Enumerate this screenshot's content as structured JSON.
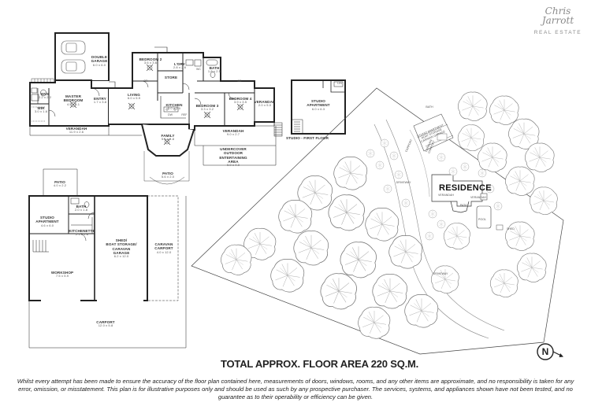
{
  "brand": {
    "script_text": "Chris Jarrott",
    "tagline": "REAL ESTATE",
    "color": "#8a8a8a"
  },
  "rooms": {
    "double_garage": {
      "name": "DOUBLE\nGARAGE",
      "dim": "6.0 x 6.0"
    },
    "ens": {
      "name": "ENS",
      "dim": "2.2 x 2.2"
    },
    "wir": {
      "name": "WIR",
      "dim": "3.0 x 1.6"
    },
    "master_bedroom": {
      "name": "MASTER\nBEDROOM",
      "dim": "4.5 x 4.1"
    },
    "entry": {
      "name": "ENTRY",
      "dim": "1.7 x 3.8"
    },
    "bedroom2": {
      "name": "BEDROOM 2",
      "dim": "3.6 x 3.6"
    },
    "ldry": {
      "name": "L'DRY",
      "dim": "2.8 x 2.6"
    },
    "bath": {
      "name": "BATH",
      "dim": "1.8 x 2.5"
    },
    "store": {
      "name": "STORE",
      "dim": ""
    },
    "living": {
      "name": "LIVING",
      "dim": "6.0 x 5.9"
    },
    "kitchen": {
      "name": "KITCHEN",
      "dim": "5.0 x 3.0"
    },
    "bedroom3": {
      "name": "BEDROOM 3",
      "dim": "3.3 x 3.2"
    },
    "bedroom4": {
      "name": "BEDROOM 4",
      "dim": "3.9 x 3.5"
    },
    "verandah_e": {
      "name": "VERANDAH",
      "dim": "2.0 x 5.0"
    },
    "verandah_s": {
      "name": "VERANDAH",
      "dim": "11.9 x 2.6"
    },
    "family": {
      "name": "FAMILY",
      "dim": "5.1 x 4.8"
    },
    "verandah_c": {
      "name": "VERANDAH",
      "dim": "9.0 x 2.7"
    },
    "undercover": {
      "name": "UNDERCOVER\nOUTDOOR\nENTERTAINING\nAREA",
      "dim": "9.0 x 4.0"
    },
    "patio_main": {
      "name": "PATIO",
      "dim": "5.6 x 2.0"
    },
    "studio_apt_first": {
      "name": "STUDIO\nAPARTMENT",
      "dim": "6.0 x 6.3"
    },
    "patio_shed": {
      "name": "PATIO",
      "dim": "4.0 x 2.2"
    },
    "studio_apt_shed": {
      "name": "STUDIO\nAPARTMENT",
      "dim": "4.6 x 6.0"
    },
    "bath_shed": {
      "name": "BATH",
      "dim": "2.0 x 1.8"
    },
    "kitchenette": {
      "name": "KITCHENETTE",
      "dim": "2.1 x 2.8"
    },
    "shed": {
      "name": "SHED/\nBOAT STORAGE/\nCARAVAN\nGARAGE",
      "dim": "6.2 x 12.0"
    },
    "workshop": {
      "name": "WORKSHOP",
      "dim": "7.5 x 5.9"
    },
    "caravan_carport": {
      "name": "CARAVAN\nCARPORT",
      "dim": "4.0 x 12.0"
    },
    "carport": {
      "name": "CARPORT",
      "dim": "12.0 x 5.8"
    }
  },
  "abbreviations": {
    "br": "BR",
    "dw": "DW",
    "ref": "REF",
    "wc": "WC",
    "lin": "LIN"
  },
  "floor_labels": {
    "studio_first_floor": "STUDIO - FIRST FLOOR"
  },
  "site": {
    "residence": "RESIDENCE",
    "pool": "POOL",
    "shed": "SHED",
    "patio": "PATIO",
    "verandah_a": "VERANDAH",
    "verandah_b": "VERANDAH",
    "driveway_a": "DRIVEWAY",
    "driveway_b": "DRIVEWAY",
    "carport": "CARPORT",
    "caravan_carport": "CARAVAN\nCARPORT",
    "studio_outbuilding": "STUDIO APARTMENT\nBOAT STORAGE\nCARAVAN GARAGE",
    "bath": "BATH"
  },
  "compass": {
    "letter": "N"
  },
  "floor_area": "TOTAL APPROX. FLOOR AREA 220 SQ.M.",
  "disclaimer": "Whilst every attempt has been made to ensure the accuracy of the floor plan contained here, measurements of doors, windows, rooms, and any other items are approximate, and no responsibility is taken for any error, omission, or misstatement. This plan is for illustrative purposes only and should be used as such by any prospective purchaser. The services, systems, and appliances shown have not been tested, and no guarantee as to their operability or efficiency can be given."
}
